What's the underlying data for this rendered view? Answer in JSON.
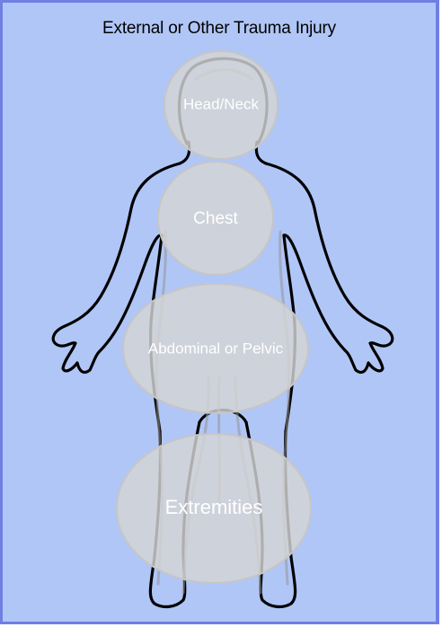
{
  "panel": {
    "title": "External or Other Trauma Injury"
  },
  "regions": [
    {
      "id": "head-neck",
      "label": "Head/Neck"
    },
    {
      "id": "chest",
      "label": "Chest"
    },
    {
      "id": "abdominal-pelvic",
      "label": "Abdominal or Pelvic"
    },
    {
      "id": "extremities",
      "label": "Extremities"
    }
  ],
  "colors": {
    "panel_background": "#b0c6f6",
    "panel_border": "#6f7fe3",
    "region_fill": "#d4d4d4",
    "region_label": "#ffffff",
    "body_outline": "#000000"
  }
}
